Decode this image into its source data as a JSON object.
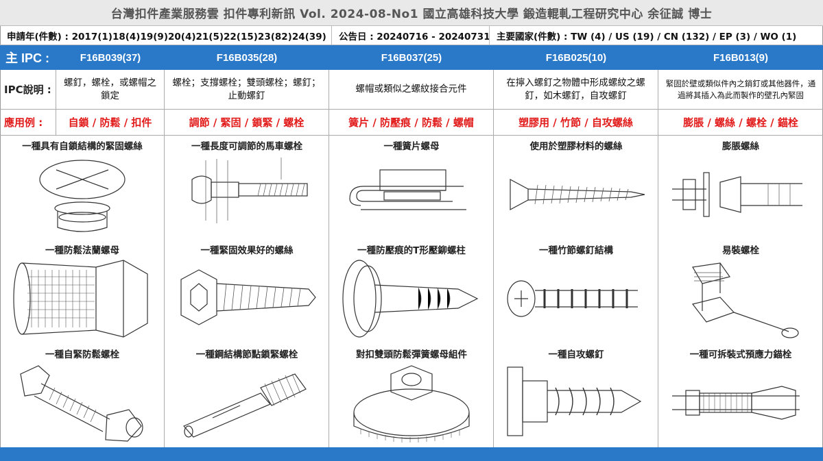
{
  "header": {
    "title": "台灣扣件產業服務雲  扣件專利新訊  Vol. 2024-08-No1  國立高雄科技大學  鍛造輥軋工程研究中心   余征誠 博士"
  },
  "info": {
    "application_years": "申請年(件數) : 2017(1)18(4)19(9)20(4)21(5)22(15)23(82)24(39)",
    "announcement_date": "公告日 : 20240716 - 20240731",
    "main_countries": "主要國家(件數) : TW (4) / US (19) / CN (132) / EP (3) / WO (1)"
  },
  "ipc": {
    "label": "主 IPC :",
    "codes": [
      "F16B039(37)",
      "F16B035(28)",
      "F16B037(25)",
      "F16B025(10)",
      "F16B013(9)"
    ]
  },
  "ipc_desc": {
    "label": "IPC說明 :",
    "items": [
      "螺釘，螺栓，或螺帽之鎖定",
      "螺栓；支撐螺栓；雙頭螺栓；螺釘；止動螺釘",
      "螺帽或類似之螺紋接合元件",
      "在擰入螺釘之物體中形成螺紋之螺釘，如木螺釘，自攻螺釘",
      "緊固於壁或類似件內之銷釘或其他器件，通過將其插入為此而製作的壁孔內緊固"
    ]
  },
  "applications": {
    "label": "應用例 :",
    "items": [
      "自鎖 / 防鬆 / 扣件",
      "調節 / 緊固 / 鎖緊 / 螺栓",
      "簧片 / 防壓痕 / 防鬆 / 螺帽",
      "塑膠用 / 竹節 / 自攻螺絲",
      "膨脹 / 螺絲 / 螺栓 / 錨栓"
    ]
  },
  "patents": [
    [
      "一種具有自鎖結構的緊固螺絲",
      "一種防鬆法蘭螺母",
      "一種自緊防鬆螺栓"
    ],
    [
      "一種長度可調節的馬車螺栓",
      "一種緊固效果好的螺絲",
      "一種鋼結構節點鎖緊螺栓"
    ],
    [
      "一種簧片螺母",
      "一種防壓痕的T形壓鉚螺柱",
      "對扣雙頭防鬆彈簧螺母組件"
    ],
    [
      "使用於塑膠材料的螺絲",
      "一種竹節螺釘結構",
      "一種自攻螺釘"
    ],
    [
      "膨脹螺絲",
      "易裝螺栓",
      "一種可拆裝式預應力錨栓"
    ]
  ]
}
